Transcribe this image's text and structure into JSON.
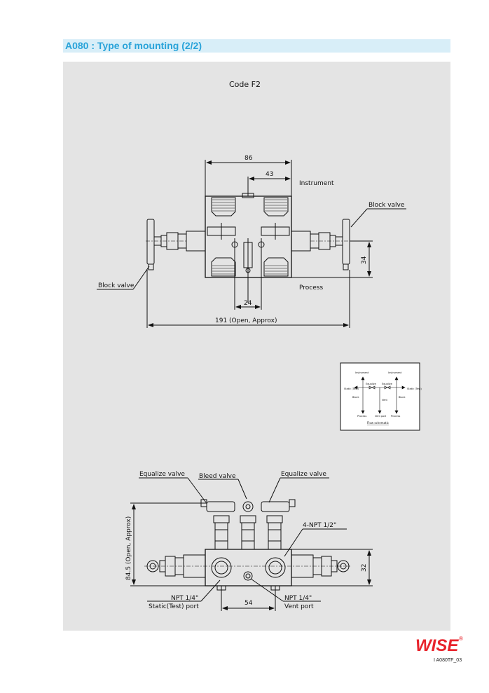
{
  "header": {
    "title": "A080 : Type of mounting (2/2)"
  },
  "top_view": {
    "code": "Code F2",
    "dim_width": "86",
    "dim_half": "43",
    "dim_height": "34",
    "dim_port": "24",
    "dim_overall": "191 (Open, Approx)",
    "label_instrument": "Instrument",
    "label_process": "Process",
    "label_block_right": "Block valve",
    "label_block_left": "Block valve"
  },
  "schematic": {
    "instrument_left": "Instrument",
    "instrument_right": "Instrument",
    "equalize_left": "Equalize",
    "equalize_right": "Equalize",
    "static_left": "Static\n(Test)",
    "static_right": "Static\n(Test)",
    "block_left": "Block",
    "block_right": "Block",
    "vent": "Vent",
    "process_left": "Process",
    "vent_port": "Vent port",
    "process_right": "Process",
    "caption": "Flow schematic"
  },
  "front_view": {
    "label_equalize_left": "Equalize valve",
    "label_bleed": "Bleed valve",
    "label_equalize_right": "Equalize valve",
    "label_npt_half": "4-NPT 1/2\"",
    "dim_height": "84.5 (Open, Approx)",
    "dim_right": "32",
    "dim_ports": "54",
    "label_npt_left": "NPT 1/4\"",
    "label_static_port": "Static(Test) port",
    "label_npt_right": "NPT 1/4\"",
    "label_vent_port": "Vent port"
  },
  "footer": {
    "brand": "WISE",
    "registered": "®",
    "doc_code": "I A080TF_03"
  },
  "colors": {
    "title": "#29a3d9",
    "title_bg": "#d8eef8",
    "panel": "#e4e4e4",
    "brand": "#e8242c"
  }
}
